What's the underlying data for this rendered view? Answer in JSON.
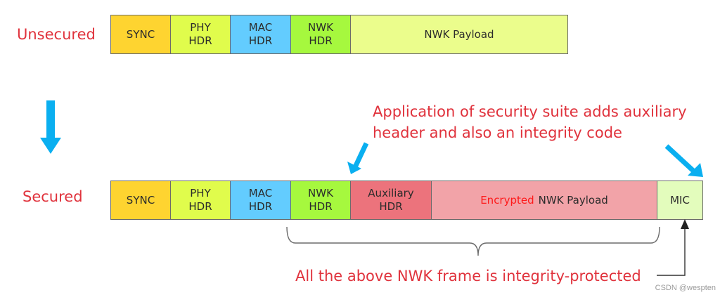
{
  "unsecured": {
    "label": "Unsecured",
    "fields": [
      {
        "line1": "SYNC",
        "line2": "",
        "color": "#fed430"
      },
      {
        "line1": "PHY",
        "line2": "HDR",
        "color": "#e0fc4c"
      },
      {
        "line1": "MAC",
        "line2": "HDR",
        "color": "#63ccfe"
      },
      {
        "line1": "NWK",
        "line2": "HDR",
        "color": "#a6f83e"
      },
      {
        "line1": "NWK Payload",
        "line2": "",
        "color": "#ebfd8c"
      }
    ]
  },
  "secured": {
    "label": "Secured",
    "fields": [
      {
        "line1": "SYNC",
        "line2": "",
        "color": "#fed430"
      },
      {
        "line1": "PHY",
        "line2": "HDR",
        "color": "#e0fc4c"
      },
      {
        "line1": "MAC",
        "line2": "HDR",
        "color": "#63ccfe"
      },
      {
        "line1": "NWK",
        "line2": "HDR",
        "color": "#a6f83e"
      },
      {
        "line1": "Auxiliary",
        "line2": "HDR",
        "color": "#ec737c"
      },
      {
        "prefix": "Encrypted",
        "line1": "NWK Payload",
        "line2": "",
        "color": "#f2a3a8"
      },
      {
        "line1": "MIC",
        "line2": "",
        "color": "#e3fcbc"
      }
    ]
  },
  "annotations": {
    "security_suite_line1": "Application of security suite adds auxiliary",
    "security_suite_line2": "header and also an integrity code",
    "integrity_protected": "All the above NWK frame is integrity-protected"
  },
  "colors": {
    "label_red": "#e0323c",
    "encrypted_red": "#fe1a1a",
    "arrow_blue": "#0aaff0"
  },
  "watermark": "CSDN @wespten"
}
